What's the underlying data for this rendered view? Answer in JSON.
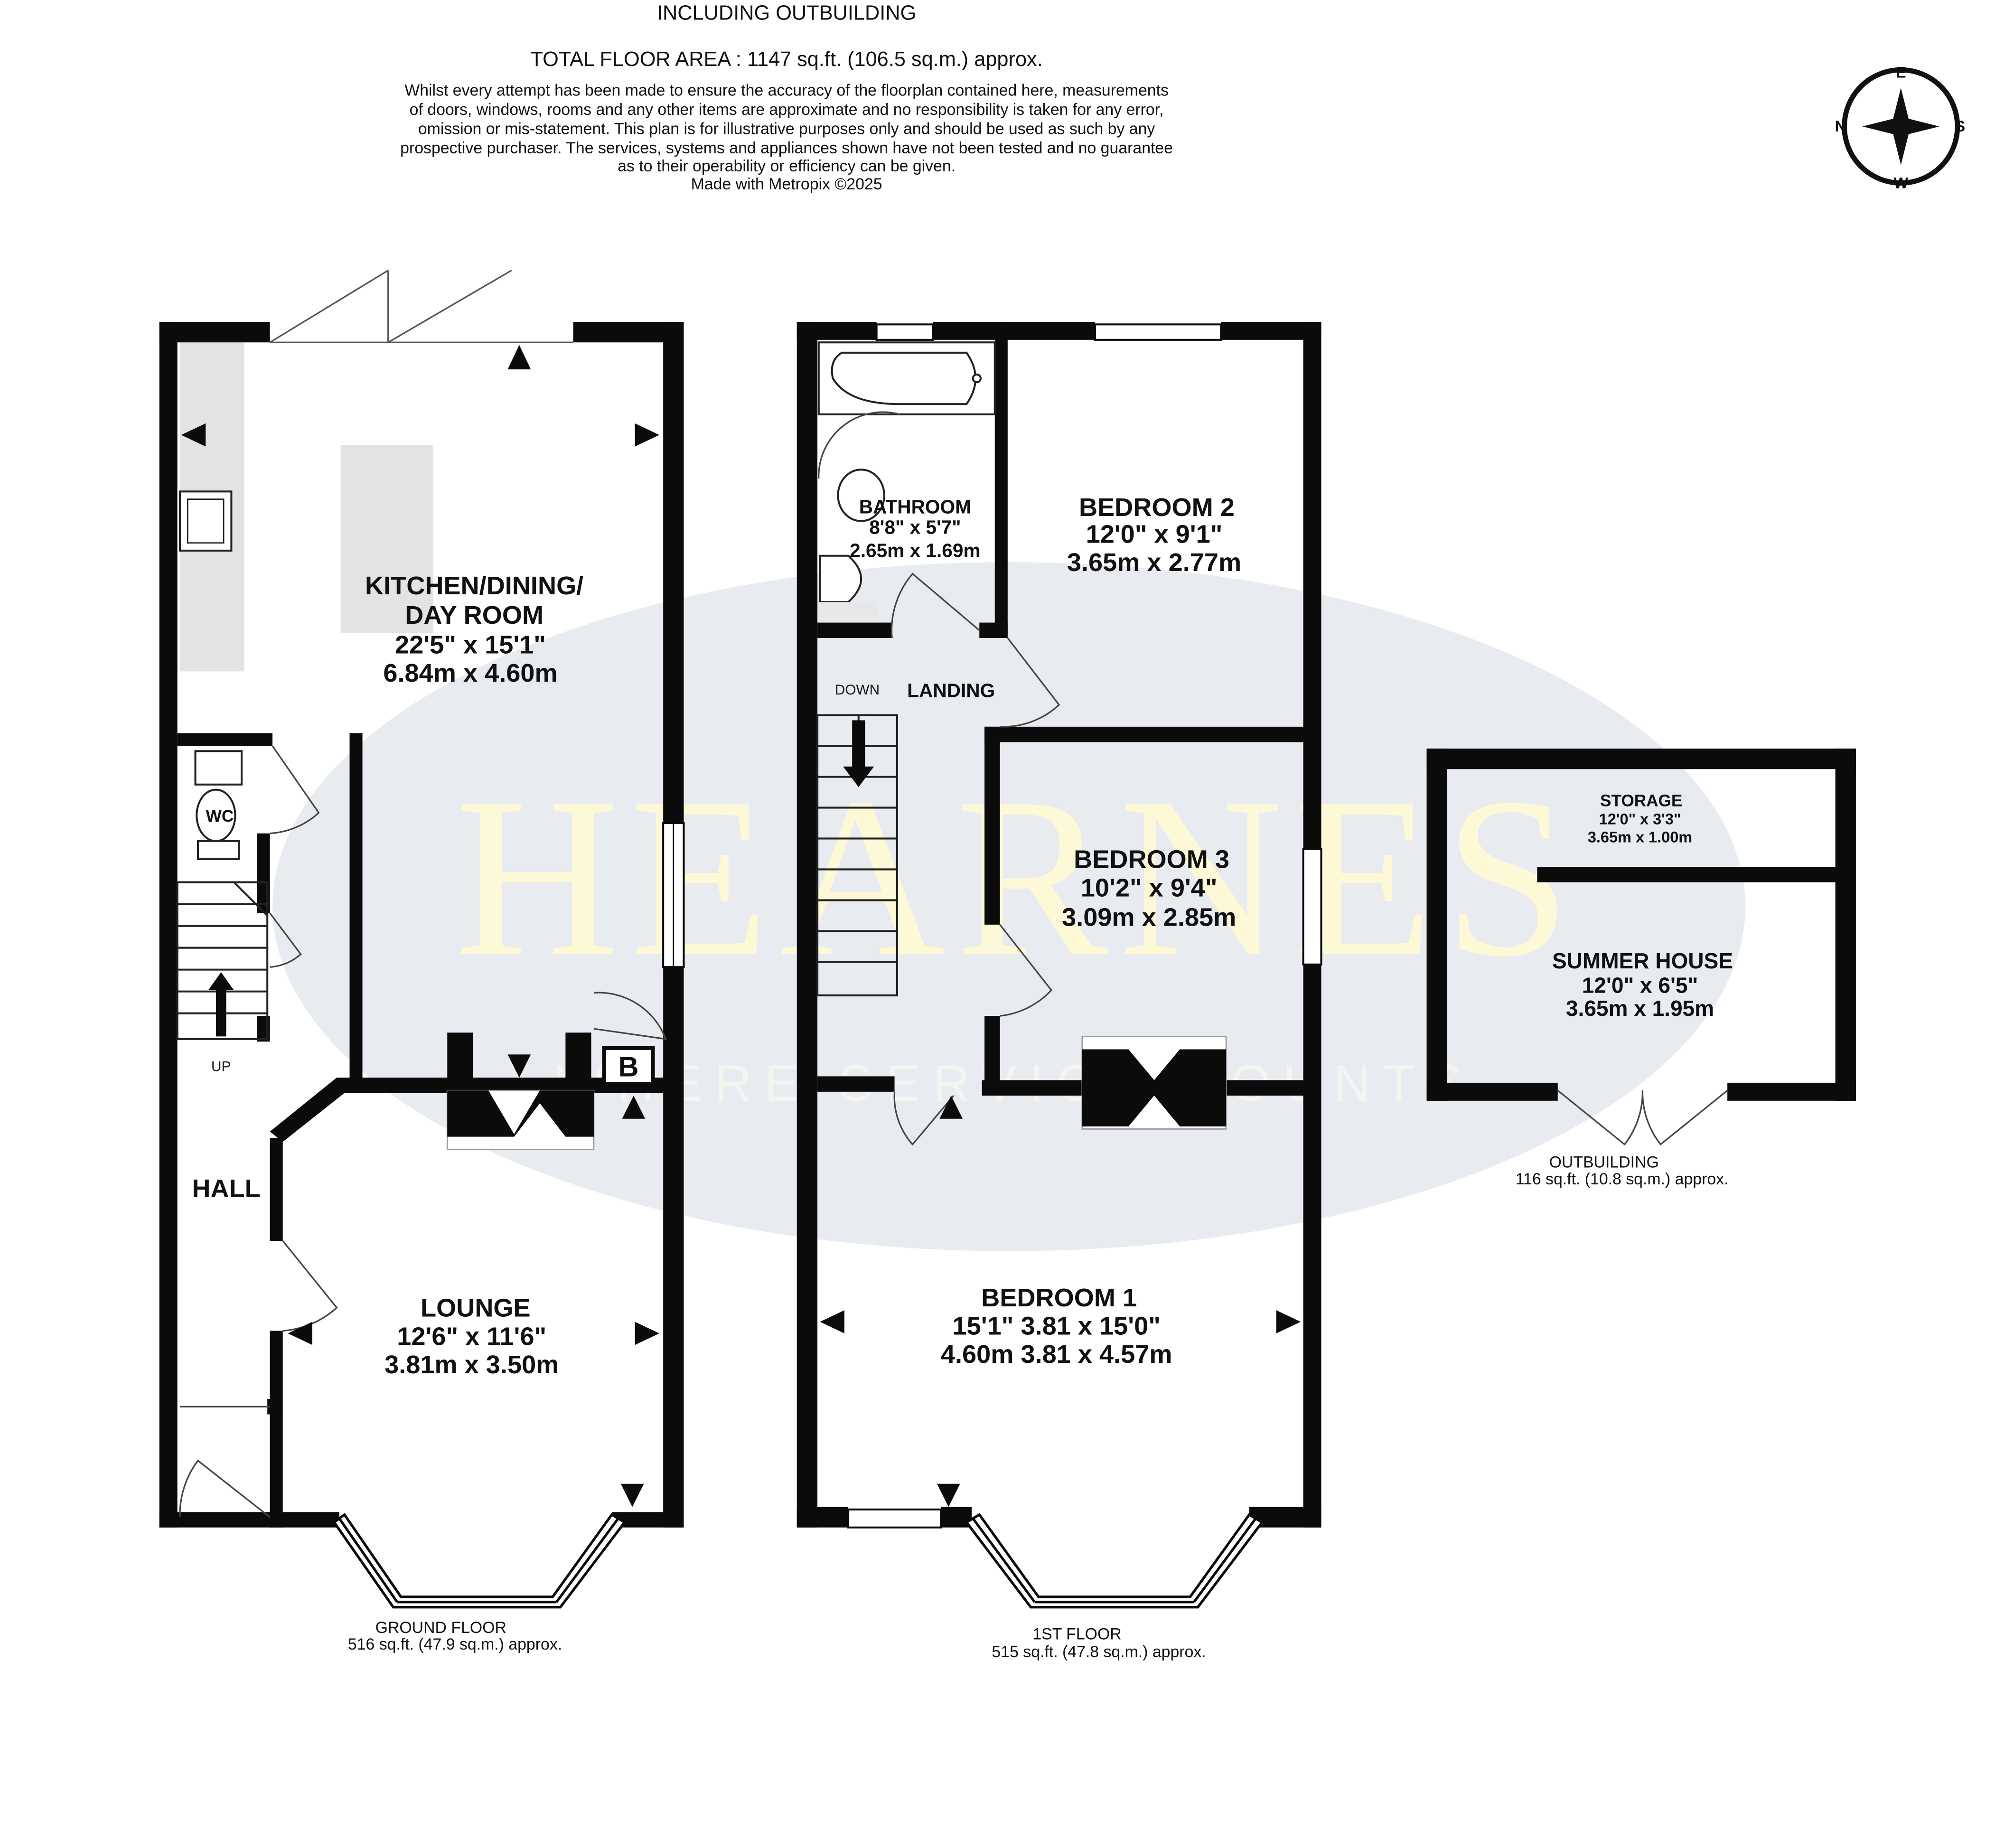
{
  "header": {
    "line1": "INCLUDING OUTBUILDING",
    "total": "TOTAL FLOOR AREA : 1147 sq.ft. (106.5 sq.m.) approx.",
    "disclaimer": [
      "Whilst every attempt has been made to ensure the accuracy of the floorplan contained here, measurements",
      "of doors, windows, rooms and any other items are approximate and no responsibility is taken for any error,",
      "omission or mis-statement. This plan is for illustrative purposes only and should be used as such by any",
      "prospective purchaser. The services, systems and appliances shown have not been tested and no guarantee",
      "as to their operability or efficiency can be given.",
      "Made with Metropix ©2025"
    ]
  },
  "compass": {
    "n": "N",
    "e": "E",
    "s": "S",
    "w": "W",
    "icon": "compass-icon"
  },
  "watermark": {
    "brand": "HEARNES",
    "tagline": "WHERE SERVICE COUNTS",
    "ellipse_color": "#e8ebf0"
  },
  "ground_floor": {
    "label": "GROUND FLOOR",
    "area": "516 sq.ft. (47.9 sq.m.) approx.",
    "kitchen": {
      "name1": "KITCHEN/DINING/",
      "name2": "DAY ROOM",
      "imperial": "22'5\"  x 15'1\"",
      "metric": "6.84m  x 4.60m"
    },
    "wc": "WC",
    "up": "UP",
    "hall": "HALL",
    "boiler": "B",
    "lounge": {
      "name": "LOUNGE",
      "imperial": "12'6\"  x 11'6\"",
      "metric": "3.81m  x 3.50m"
    }
  },
  "first_floor": {
    "label": "1ST FLOOR",
    "area": "515 sq.ft. (47.8 sq.m.) approx.",
    "bathroom": {
      "name": "BATHROOM",
      "imperial": "8'8\"  x 5'7\"",
      "metric": "2.65m  x 1.69m"
    },
    "bedroom2": {
      "name": "BEDROOM 2",
      "imperial": "12'0\"  x 9'1\"",
      "metric": "3.65m  x 2.77m"
    },
    "landing": "LANDING",
    "down": "DOWN",
    "bedroom3": {
      "name": "BEDROOM 3",
      "imperial": "10'2\"  x 9'4\"",
      "metric": "3.09m  x 2.85m"
    },
    "bedroom1": {
      "name": "BEDROOM 1",
      "imperial": "15'1\" 3.81 x 15'0\"",
      "metric": "4.60m 3.81 x 4.57m"
    }
  },
  "outbuilding": {
    "label": "OUTBUILDING",
    "area": "116 sq.ft. (10.8 sq.m.) approx.",
    "storage": {
      "name": "STORAGE",
      "imperial": "12'0\"  x 3'3\"",
      "metric": "3.65m  x 1.00m"
    },
    "summer_house": {
      "name": "SUMMER HOUSE",
      "imperial": "12'0\"  x 6'5\"",
      "metric": "3.65m  x 1.95m"
    }
  }
}
